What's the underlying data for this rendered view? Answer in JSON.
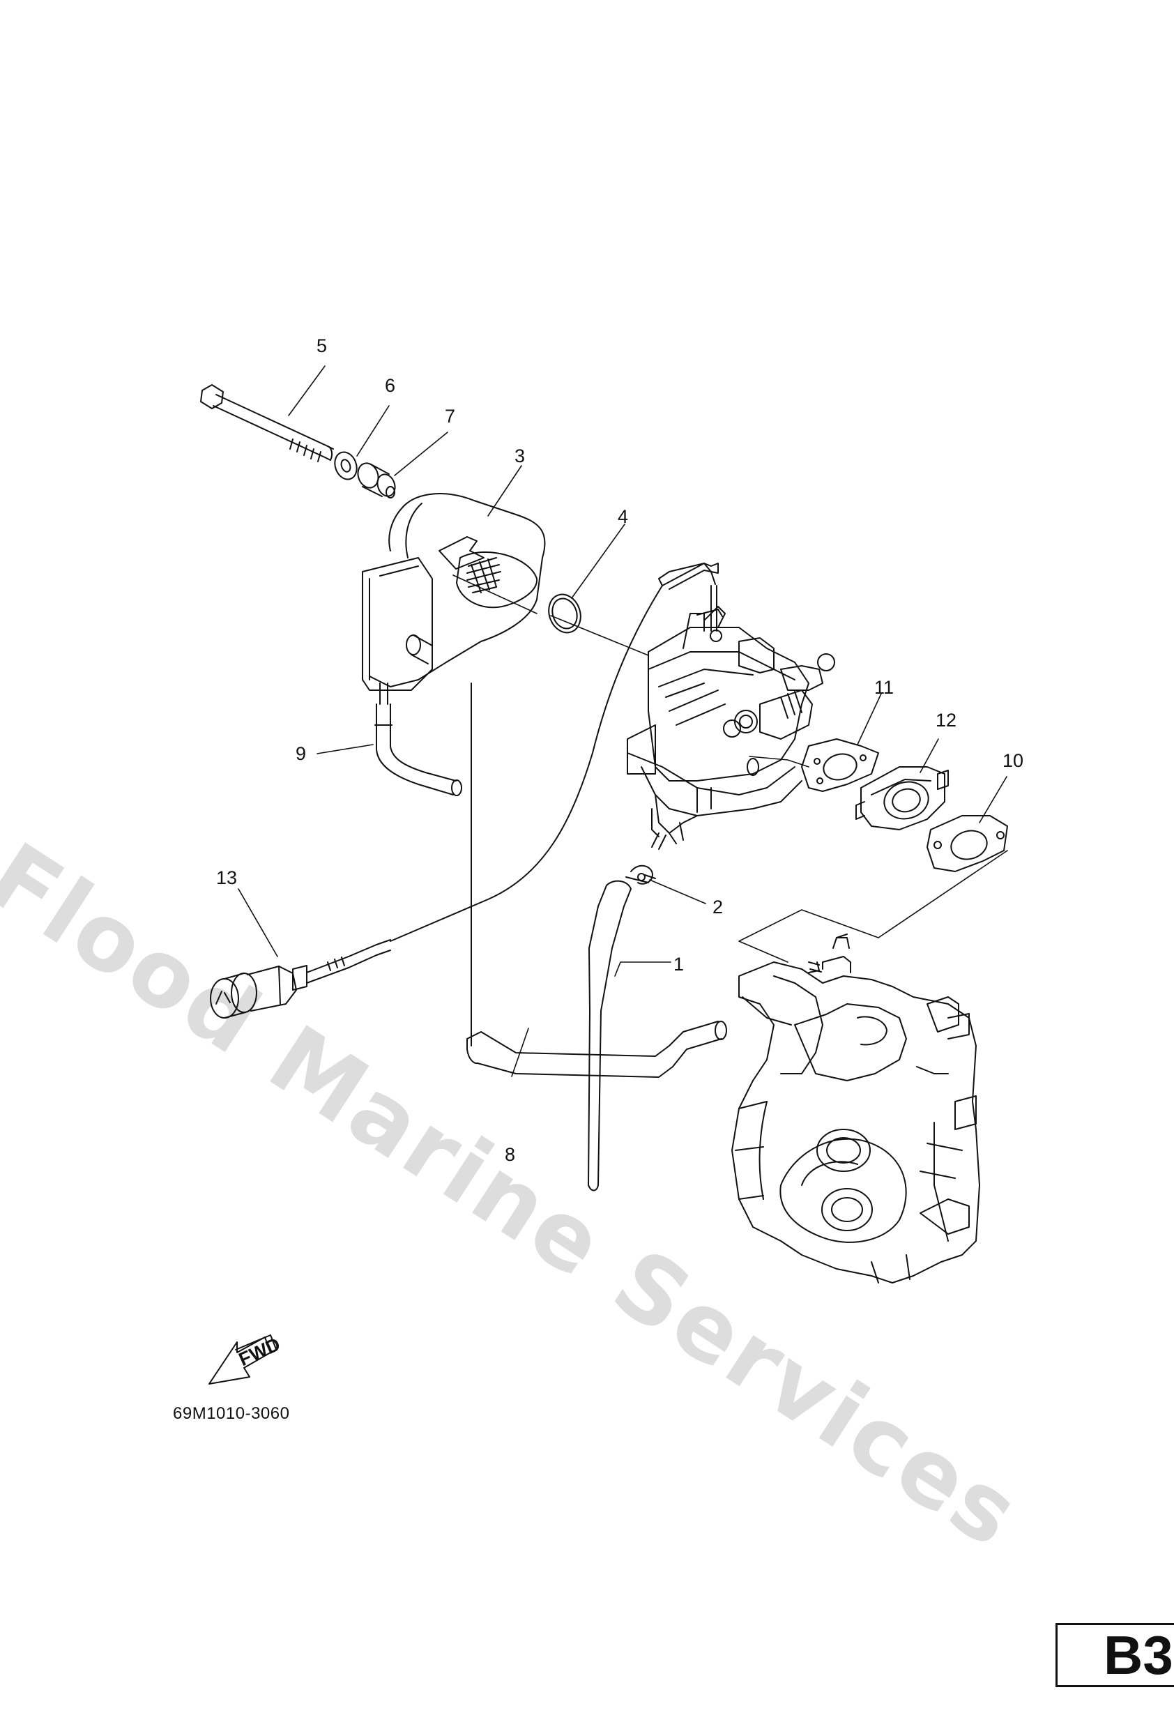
{
  "diagram": {
    "callouts": [
      "1",
      "2",
      "3",
      "4",
      "5",
      "6",
      "7",
      "8",
      "9",
      "10",
      "11",
      "12",
      "13"
    ],
    "fwd_label": "FWD",
    "diagram_code": "69M1010-3060",
    "page_code": "B3",
    "watermark": "Flood Marine Services"
  },
  "colors": {
    "line": "#111111",
    "watermark": "#b4b4b4"
  }
}
